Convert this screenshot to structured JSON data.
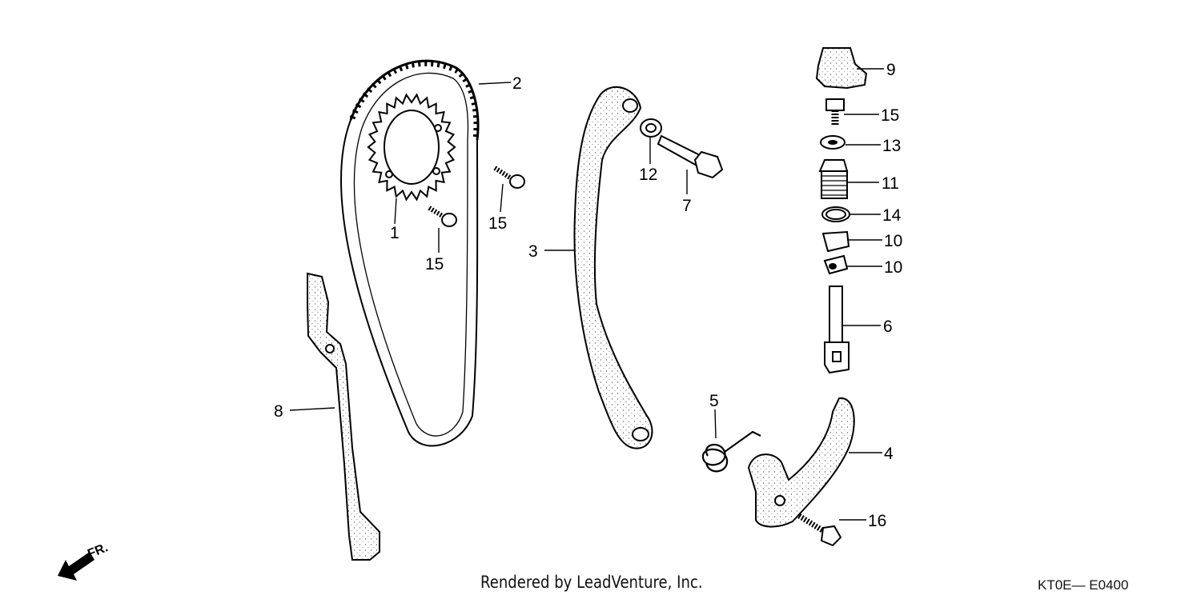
{
  "callouts": {
    "c1": "1",
    "c2": "2",
    "c3": "3",
    "c4": "4",
    "c5": "5",
    "c6": "6",
    "c7": "7",
    "c8": "8",
    "c9": "9",
    "c10a": "10",
    "c10b": "10",
    "c11": "11",
    "c12": "12",
    "c13": "13",
    "c14": "14",
    "c15a": "15",
    "c15b": "15",
    "c15c": "15",
    "c16": "16"
  },
  "front_marker": "FR.",
  "credit": "Rendered by LeadVenture, Inc.",
  "diagram_code": "KT0E— E0400"
}
